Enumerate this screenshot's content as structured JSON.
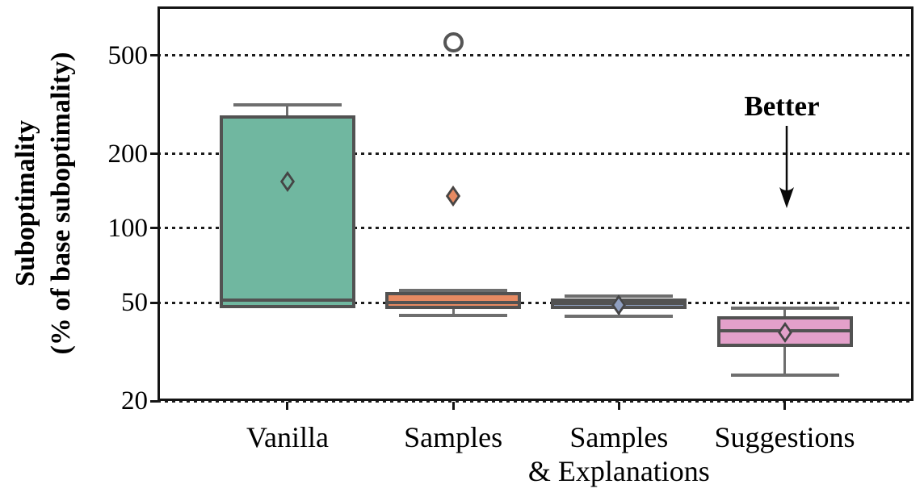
{
  "chart_data": {
    "type": "boxplot",
    "title": "",
    "ylabel": "Suboptimality (% of base suboptimality)",
    "ylabel_lines": [
      "Suboptimality",
      "(% of base suboptimality)"
    ],
    "xlabel": "",
    "y_scale": "log",
    "y_ticks": [
      20,
      50,
      100,
      200,
      500
    ],
    "ylim": [
      20,
      790
    ],
    "grid": "horizontal-dotted",
    "categories": [
      "Vanilla",
      "Samples",
      "Samples & Explanations",
      "Suggestions"
    ],
    "x_tick_label_lines": [
      [
        "Vanilla"
      ],
      [
        "Samples"
      ],
      [
        "Samples",
        "& Explanations"
      ],
      [
        "Suggestions"
      ]
    ],
    "annotation": {
      "text": "Better",
      "direction": "down",
      "near_category": "Suggestions"
    },
    "series": [
      {
        "name": "Vanilla",
        "color": "#70b7a0",
        "whisker_low": 47.5,
        "q1": 47.5,
        "median": 51,
        "q3": 286,
        "whisker_high": 315,
        "mean": 155,
        "outliers": []
      },
      {
        "name": "Samples",
        "color": "#e78a62",
        "whisker_low": 44.5,
        "q1": 47,
        "median": 50,
        "q3": 55,
        "whisker_high": 56,
        "mean": 135,
        "outliers": [
          565
        ]
      },
      {
        "name": "Samples & Explanations",
        "color": "#8f9fc0",
        "whisker_low": 44,
        "q1": 47,
        "median": 49.5,
        "q3": 52,
        "whisker_high": 53,
        "mean": 49,
        "outliers": []
      },
      {
        "name": "Suggestions",
        "color": "#e3a0ca",
        "whisker_low": 25.5,
        "q1": 33,
        "median": 38.5,
        "q3": 44,
        "whisker_high": 47.5,
        "mean": 38,
        "outliers": []
      }
    ],
    "style_colors": {
      "grid": "#1c1c1c",
      "spine": "#141414",
      "box_edge": "#525252",
      "whisker": "#6e6e6e",
      "text": "#000000"
    }
  }
}
